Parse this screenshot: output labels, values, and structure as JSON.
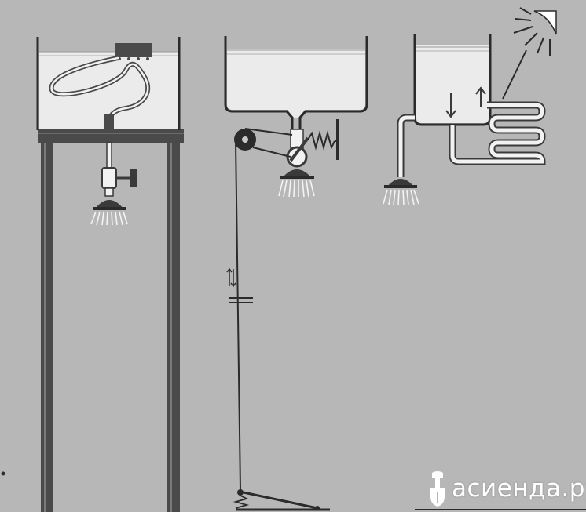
{
  "watermark": {
    "text": "асиенда.ру",
    "icon": "garden-spade-icon",
    "color": "#ffffff"
  },
  "colors": {
    "background": "#b7b7b7",
    "line": "#2b2b2b",
    "water": "#ebebeb",
    "frame": "#4a4a4a"
  },
  "panels": [
    {
      "name": "gravity-tank-shower",
      "icon": "shower-head-icon"
    },
    {
      "name": "pedal-valve-shower",
      "icon": "shower-head-icon"
    },
    {
      "name": "solar-heated-shower",
      "icon": "sun-icon"
    }
  ]
}
